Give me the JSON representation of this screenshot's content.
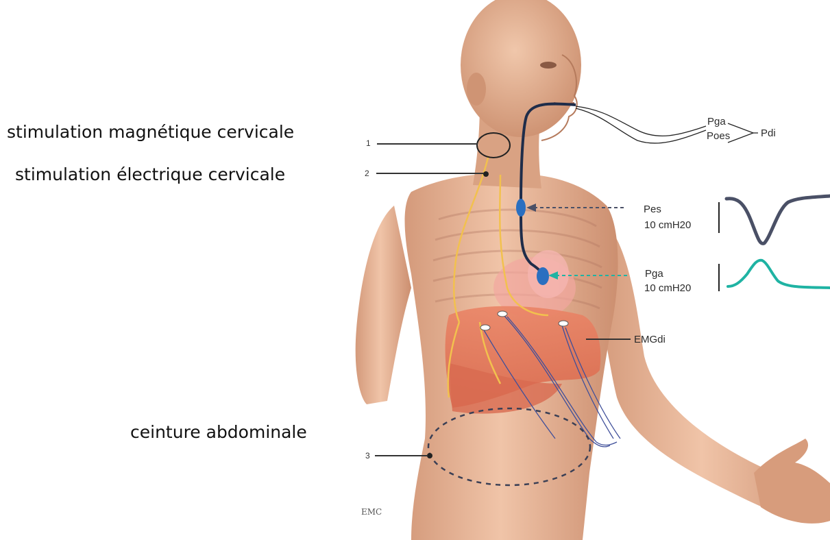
{
  "labels": {
    "cervical_magnetic": "stimulation magnétique cervicale",
    "cervical_electric": "stimulation électrique cervicale",
    "abdominal_belt": "ceinture abdominale"
  },
  "numbers": {
    "n1": "1",
    "n2": "2",
    "n3": "3"
  },
  "pressures": {
    "pga_top": "Pga",
    "poes": "Poes",
    "pdi": "Pdi",
    "pes": "Pes",
    "pes_scale": "10 cmH20",
    "pga": "Pga",
    "pga_scale": "10 cmH20",
    "emgdi": "EMGdi"
  },
  "signature": "EMC",
  "colors": {
    "skin": "#e6b394",
    "skin_shadow": "#c98a6a",
    "diaphragm": "#e07a5c",
    "nerve": "#f2c14e",
    "catheter": "#1f2d4a",
    "balloon": "#2a6fc0",
    "pes_trace": "#4a5066",
    "pga_trace": "#1fb3a3",
    "leader": "#333333"
  },
  "icons": {
    "pes_arrow": "arrow-left-icon",
    "pga_arrow": "arrow-left-icon"
  }
}
